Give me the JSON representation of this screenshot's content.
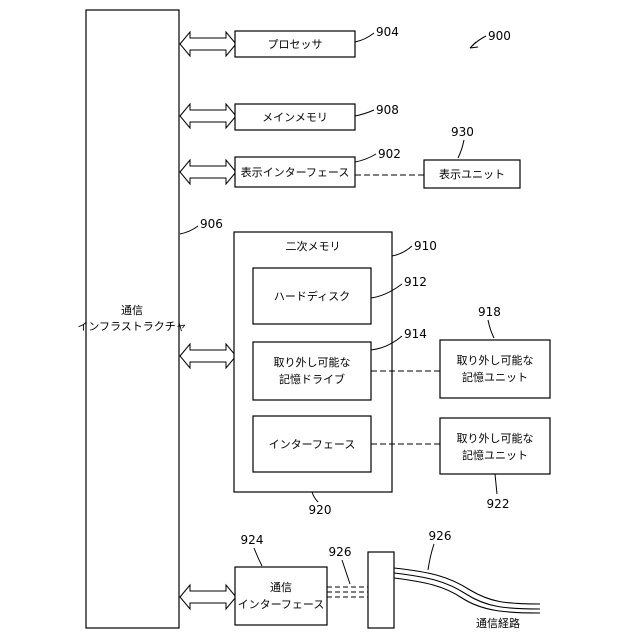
{
  "figure": {
    "number": "900",
    "infrastructure": {
      "line1": "通信",
      "line2": "インフラストラクチャ",
      "ref": "906"
    },
    "processor": {
      "label": "プロセッサ",
      "ref": "904"
    },
    "main_memory": {
      "label": "メインメモリ",
      "ref": "908"
    },
    "display_interface": {
      "label": "表示インターフェース",
      "ref": "902"
    },
    "display_unit": {
      "label": "表示ユニット",
      "ref": "930"
    },
    "secondary_memory": {
      "label": "二次メモリ",
      "ref": "910"
    },
    "hard_disk": {
      "label": "ハードディスク",
      "ref": "912"
    },
    "removable_drive": {
      "line1": "取り外し可能な",
      "line2": "記憶ドライブ",
      "ref": "914"
    },
    "removable_unit_1": {
      "line1": "取り外し可能な",
      "line2": "記憶ユニット",
      "ref": "918"
    },
    "interface": {
      "label": "インターフェース",
      "ref": "920"
    },
    "removable_unit_2": {
      "line1": "取り外し可能な",
      "line2": "記憶ユニット",
      "ref": "922"
    },
    "comm_interface": {
      "line1": "通信",
      "line2": "インターフェース",
      "ref": "924"
    },
    "signal_ref_a": "926",
    "signal_ref_b": "926",
    "comm_path": {
      "label": "通信経路"
    }
  }
}
